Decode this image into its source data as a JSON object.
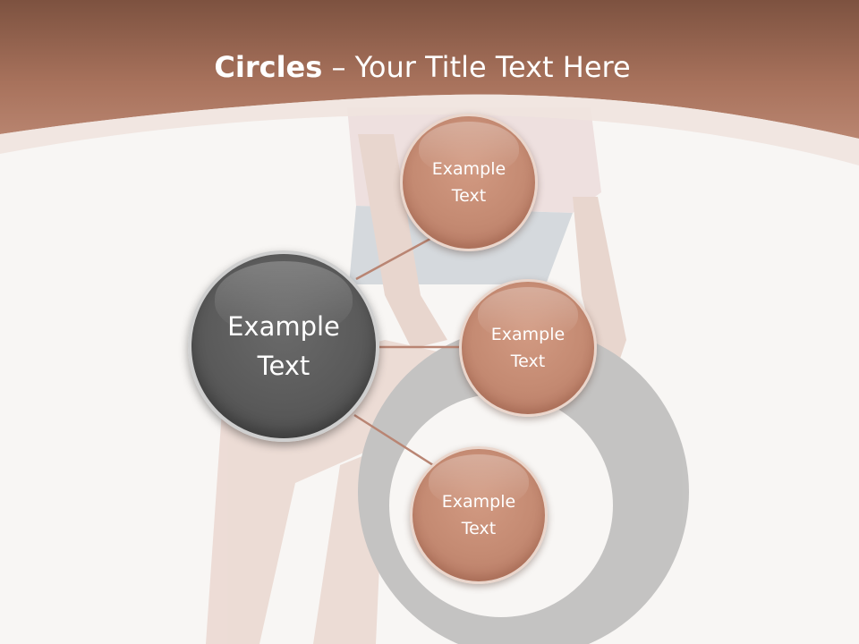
{
  "title": {
    "bold": "Circles",
    "rest": " – Your Title Text Here"
  },
  "hub": {
    "label": "Example\nText"
  },
  "satellites": [
    {
      "label": "Example\nText"
    },
    {
      "label": "Example\nText"
    },
    {
      "label": "Example\nText"
    }
  ],
  "colors": {
    "banner": "#a5705a",
    "satellite": "#c48a72",
    "hub": "#5a5a5a",
    "connector": "#b98573"
  }
}
